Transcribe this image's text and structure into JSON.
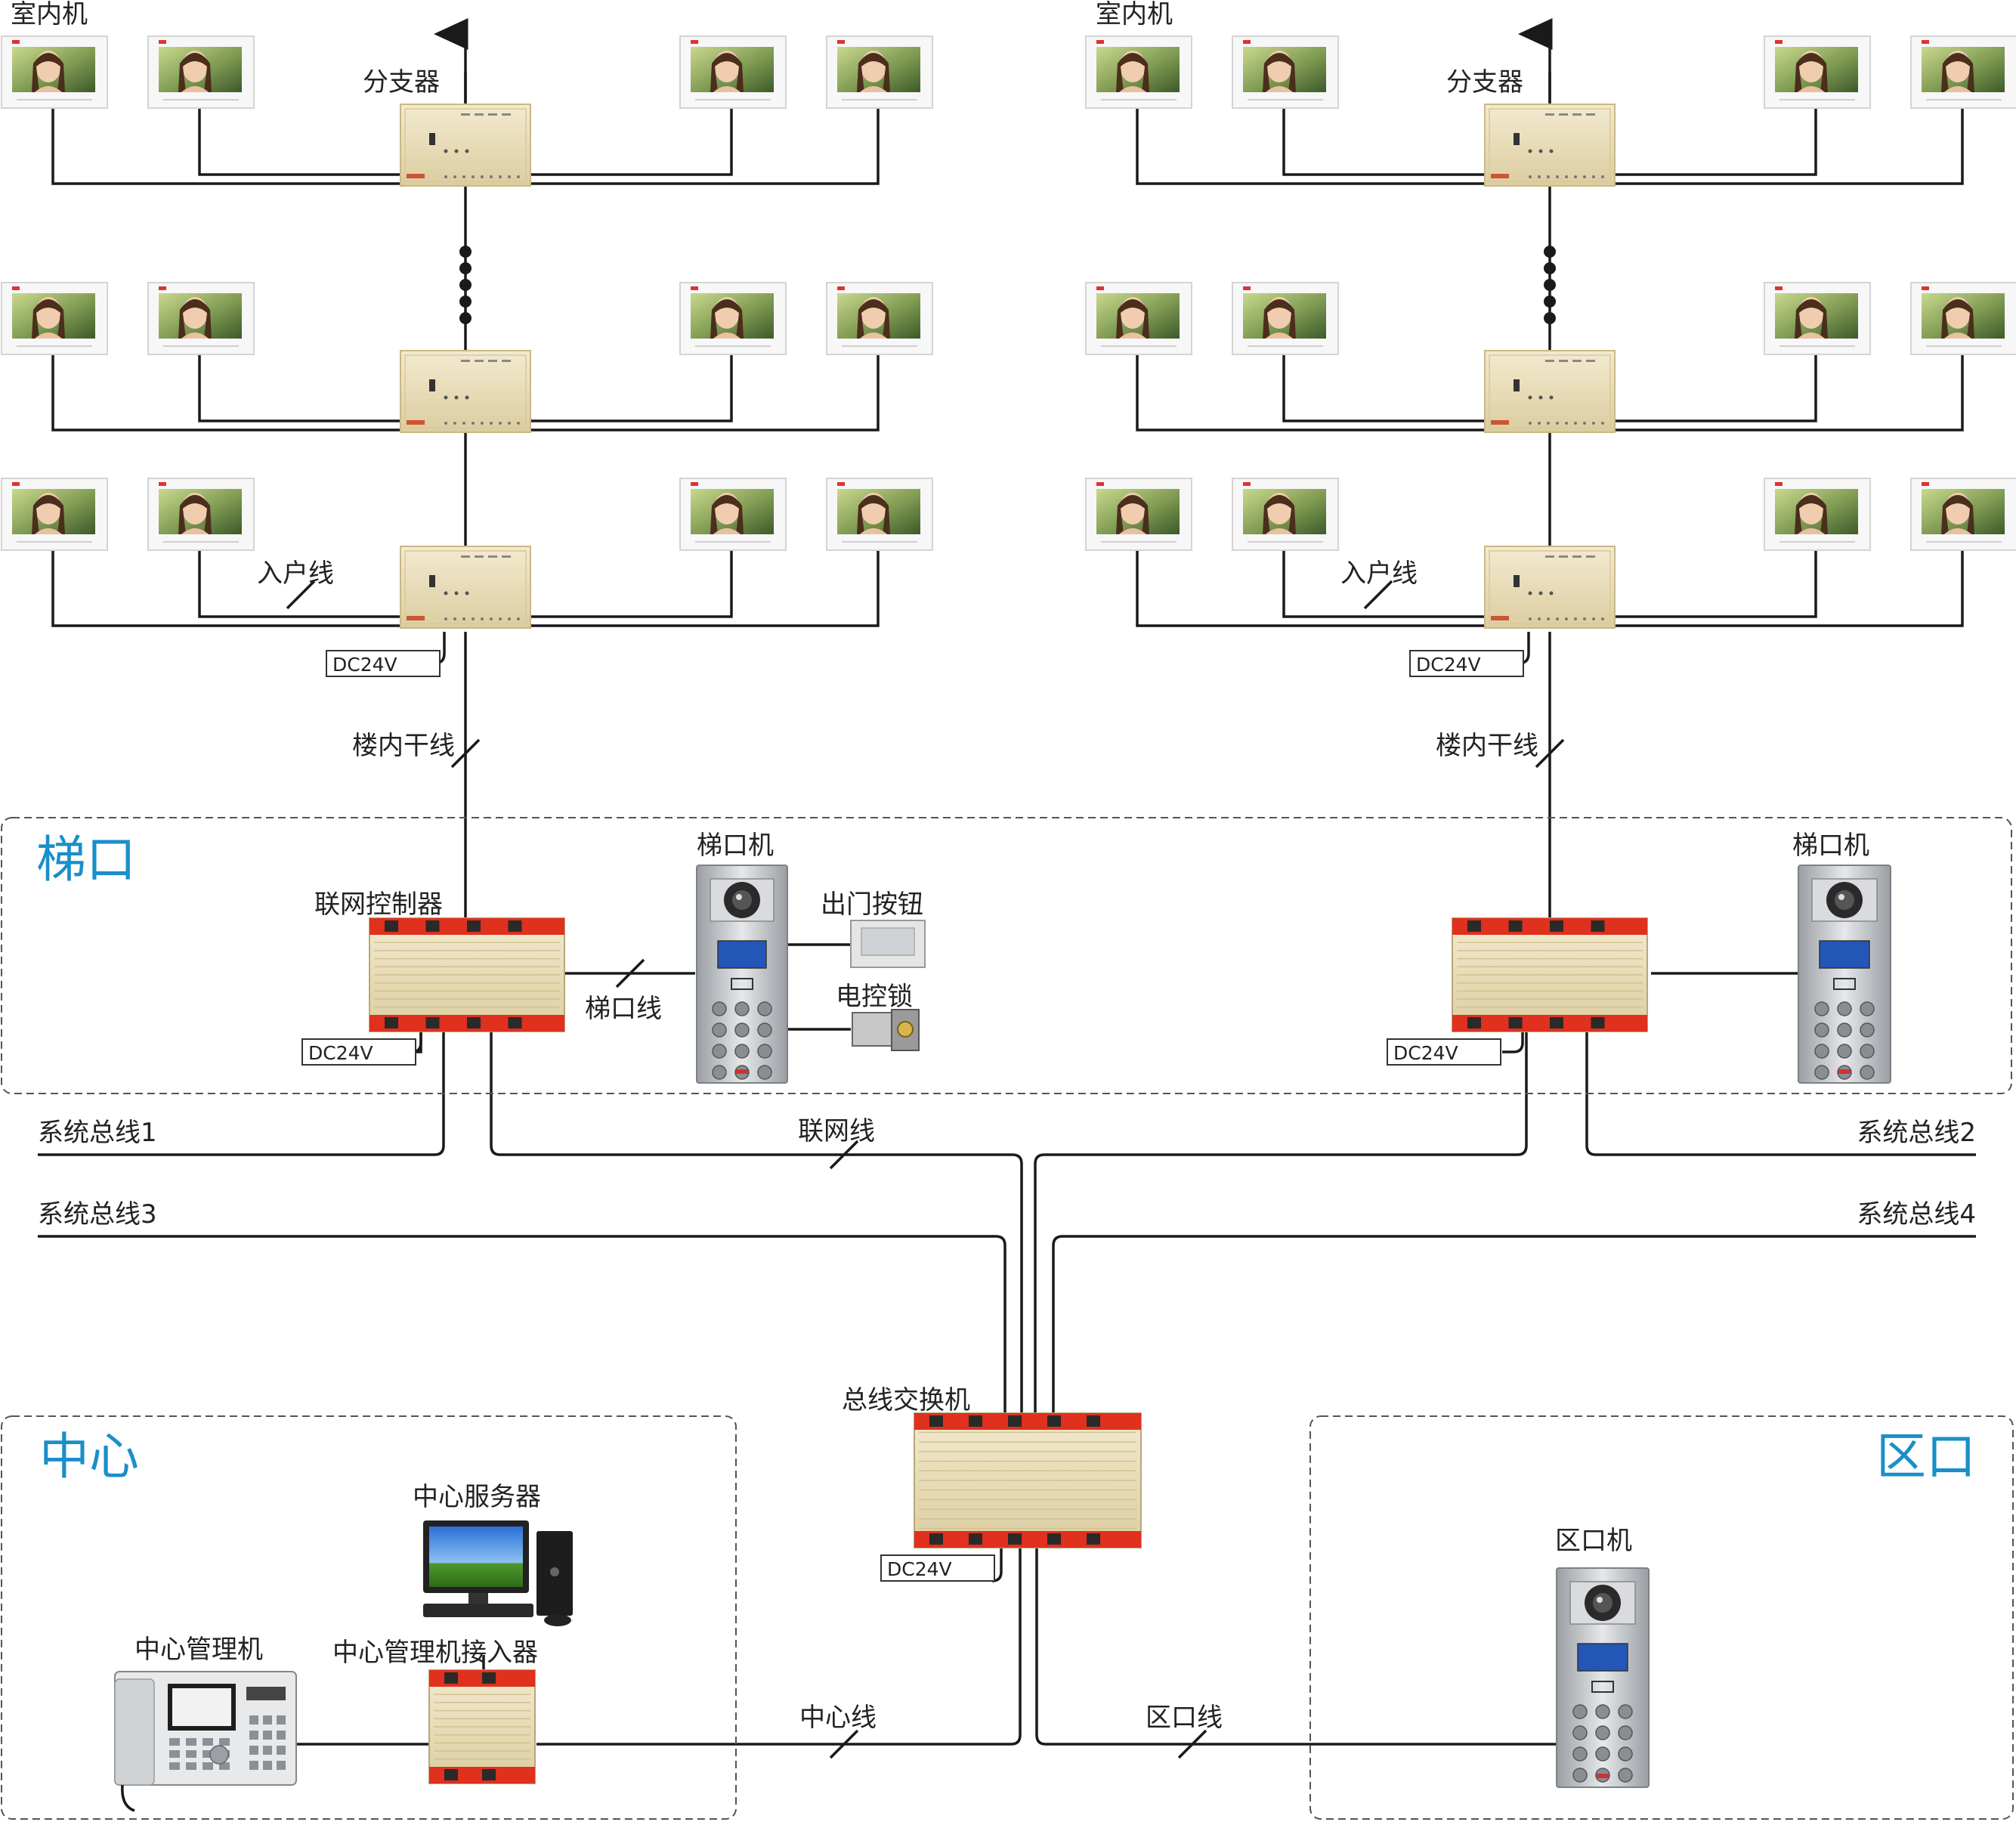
{
  "colors": {
    "zone_title": "#1a8fc9",
    "wire": "#1a1a1a",
    "device_beige": "#e9dcb6",
    "board_red": "#e0301e"
  },
  "icons": {
    "indoor_unit": "indoor-monitor-icon",
    "splitter": "splitter-box-icon",
    "controller": "network-controller-icon",
    "door_station": "door-station-icon",
    "exit_button": "exit-button-icon",
    "electric_lock": "electric-lock-icon",
    "bus_switch": "bus-switch-icon",
    "server": "computer-icon",
    "management_console": "management-console-icon"
  },
  "labels": {
    "indoor_unit": "室内机",
    "splitter": "分支器",
    "home_line": "入户线",
    "power": "DC24V",
    "trunk": "楼内干线",
    "stair_zone": "梯口",
    "stair_unit": "梯口机",
    "net_controller": "联网控制器",
    "exit_button": "出门按钮",
    "electric_lock": "电控锁",
    "stair_line": "梯口线",
    "bus1": "系统总线1",
    "bus2": "系统总线2",
    "bus3": "系统总线3",
    "bus4": "系统总线4",
    "network_line": "联网线",
    "bus_switch": "总线交换机",
    "center_zone": "中心",
    "center_server": "中心服务器",
    "center_manager": "中心管理机",
    "center_adapter": "中心管理机接入器",
    "center_line": "中心线",
    "area_zone": "区口",
    "area_unit": "区口机",
    "area_line": "区口线"
  }
}
